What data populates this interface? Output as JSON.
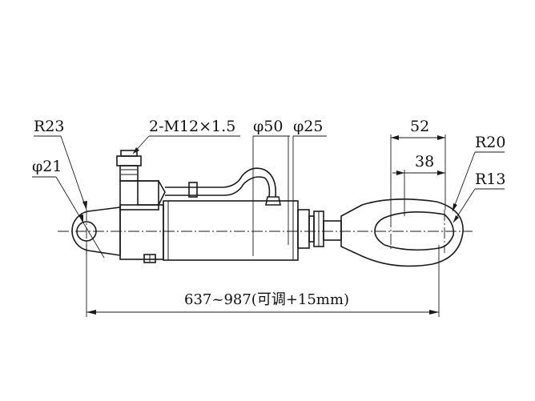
{
  "labels": {
    "r23": "R23",
    "phi21": "φ21",
    "thread": "2-M12×1.5",
    "phi50": "φ50",
    "phi25": "φ25",
    "dim52": "52",
    "dim38": "38",
    "r20": "R20",
    "r13": "R13",
    "length": "637~987(可调+15mm)"
  }
}
